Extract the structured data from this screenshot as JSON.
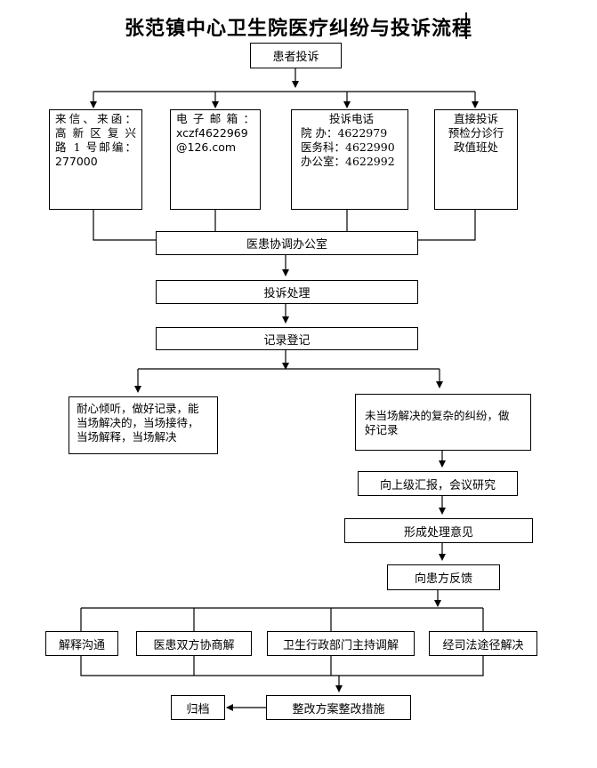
{
  "title": "张范镇中心卫生院医疗纠纷与投诉流程",
  "nodes": {
    "complaint": "患者投诉",
    "letter": {
      "line1": "来信、来函：",
      "line2": "高 新 区 复 兴",
      "line3": "路 1 号邮编：",
      "line4": "277000"
    },
    "email": {
      "line1": "电 子 邮 箱 ：",
      "line2": "xczf4622969",
      "line3": "@126.com"
    },
    "phone": {
      "line1": "投诉电话",
      "line2": "院  办：4622979",
      "line3": "医务科：4622990",
      "line4": "办公室：4622992"
    },
    "direct": {
      "line1": "直接投诉",
      "line2": "预检分诊行",
      "line3": "政值班处"
    },
    "office": "医患协调办公室",
    "handle": "投诉处理",
    "record": "记录登记",
    "left_branch": {
      "line1": "耐心倾听，做好记录，能",
      "line2": "当场解决的，当场接待，",
      "line3": "当场解释，当场解决"
    },
    "right_branch": {
      "line1": "未当场解决的复杂的纠纷，做",
      "line2": "好记录"
    },
    "report": "向上级汇报，会议研究",
    "opinion": "形成处理意见",
    "feedback": "向患方反馈",
    "explain": "解释沟通",
    "negotiate": "医患双方协商解",
    "mediate": "卫生行政部门主持调解",
    "judicial": "经司法途径解决",
    "archive": "归档",
    "rectify": "整改方案整改措施"
  }
}
